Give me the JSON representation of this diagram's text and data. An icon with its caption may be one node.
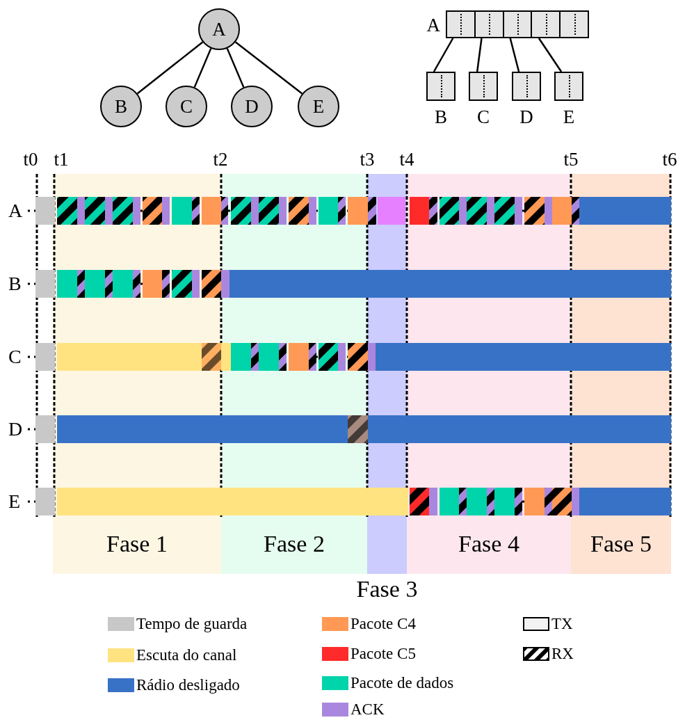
{
  "diagram": {
    "nodes": [
      {
        "text": [
          "A"
        ]
      },
      {
        "text": [
          "B"
        ]
      },
      {
        "text": [
          "C"
        ]
      },
      {
        "text": [
          "D"
        ]
      },
      {
        "text": [
          "E"
        ]
      },
      {
        "text": [
          "A"
        ]
      },
      {
        "text": [
          "B"
        ]
      },
      {
        "text": [
          "C"
        ]
      },
      {
        "text": [
          "D"
        ]
      },
      {
        "text": [
          "E"
        ]
      },
      {
        "text": [
          "Fase 1"
        ]
      },
      {
        "text": [
          "Fase 2"
        ]
      },
      {
        "text": [
          "Fase 3"
        ]
      },
      {
        "text": [
          "Fase 4"
        ]
      },
      {
        "text": [
          "Fase 5"
        ]
      }
    ],
    "edges": [
      {
        "from": 0,
        "to": 1,
        "arrow": "none"
      },
      {
        "from": 0,
        "to": 2,
        "arrow": "none"
      },
      {
        "from": 0,
        "to": 3,
        "arrow": "none"
      },
      {
        "from": 0,
        "to": 4,
        "arrow": "none"
      },
      {
        "from": 5,
        "to": 6,
        "arrow": "none"
      },
      {
        "from": 5,
        "to": 7,
        "arrow": "none"
      },
      {
        "from": 5,
        "to": 8,
        "arrow": "none"
      },
      {
        "from": 5,
        "to": 9,
        "arrow": "none"
      }
    ],
    "labels": [
      "t0",
      "t1",
      "t2",
      "t3",
      "t4",
      "t5",
      "t6",
      "A",
      "B",
      "C",
      "D",
      "E"
    ],
    "legend": [
      {
        "text": "Tempo de guarda",
        "color": "#c8c8c8"
      },
      {
        "text": "Escuta do canal",
        "color": "#ffe380"
      },
      {
        "text": "Rádio desligado",
        "color": "#3872c6"
      },
      {
        "text": "Pacote C4",
        "color": "#ff9955"
      },
      {
        "text": "Pacote C5",
        "color": "#ff2a2a"
      },
      {
        "text": "Pacote de dados",
        "color": "#00d4aa"
      },
      {
        "text": "ACK",
        "color": "#aa87de"
      },
      {
        "text": "TX"
      },
      {
        "text": "RX"
      }
    ]
  }
}
